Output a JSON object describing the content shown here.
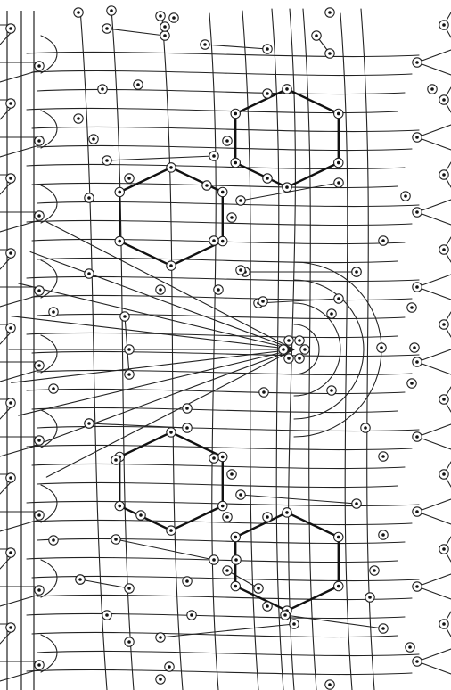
{
  "diagram": {
    "kind": "bobbin lace pricking",
    "colors": {
      "paper": "#ffffff",
      "ink": "#222222",
      "gimp": "#111111"
    },
    "motifs": [
      "hexagon-upper-right",
      "hexagon-upper-left",
      "fan-center-right",
      "hexagon-lower-left",
      "hexagon-lower-right"
    ]
  }
}
